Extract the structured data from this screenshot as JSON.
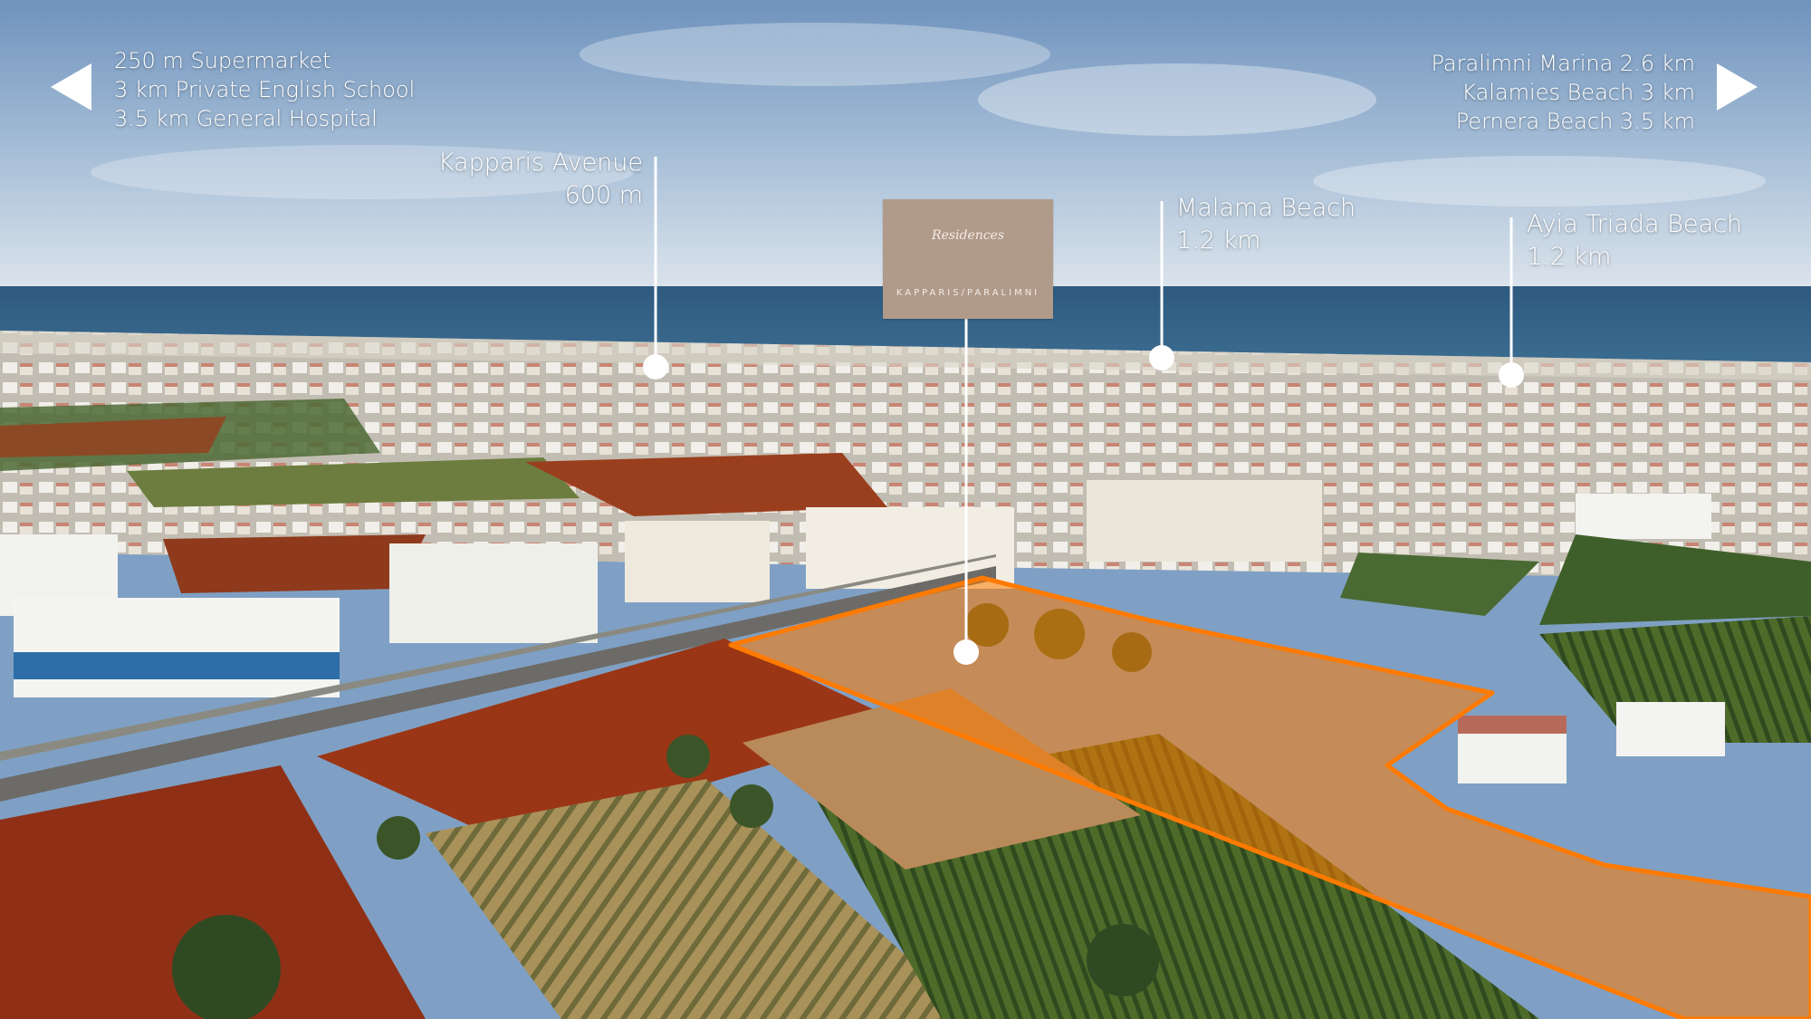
{
  "left_distances": [
    "250 m Supermarket",
    "3 km  Private English School",
    "3.5 km General Hospital"
  ],
  "right_distances": [
    "Paralimni Marina 2.6 km",
    "Kalamies Beach 3 km",
    "Pernera Beach 3.5 km"
  ],
  "poi": {
    "kapparis": {
      "name": "Kapparis Avenue",
      "distance": "600 m"
    },
    "malama": {
      "name": "Malama Beach",
      "distance": "1.2 km"
    },
    "ayia": {
      "name": "Ayia Triada Beach",
      "distance": "1.2 km"
    }
  },
  "logo": {
    "script": "Residences",
    "place": "KAPPARIS/PARALIMNI"
  },
  "colors": {
    "plot_outline": "#ff7a00",
    "plot_fill": "#ff7a00",
    "logo_bg": "#b09a8a",
    "pin": "#ffffff"
  },
  "icons": [
    "arrow-left-icon",
    "arrow-right-icon"
  ]
}
